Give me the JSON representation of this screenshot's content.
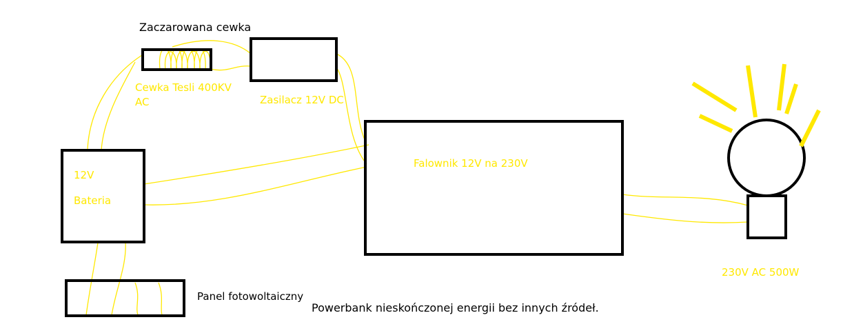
{
  "colors": {
    "box_stroke": "#000000",
    "wire": "#ffe800",
    "label_yellow": "#ffe800",
    "label_black": "#000000",
    "lamp_rays": "#ffe800"
  },
  "labels": {
    "magic_coil": "Zaczarowana cewka",
    "tesla_coil_line1": "Cewka Tesli 400KV",
    "tesla_coil_line2": "AC",
    "power_supply": "Zasilacz 12V DC",
    "inverter": "Falownik 12V na 230V",
    "battery_voltage": "12V",
    "battery": "Bateria",
    "solar_panel": "Panel fotowoltaiczny",
    "caption": "Powerbank nieskończonej energii bez innych źródeł.",
    "lamp_rating": "230V AC 500W"
  }
}
